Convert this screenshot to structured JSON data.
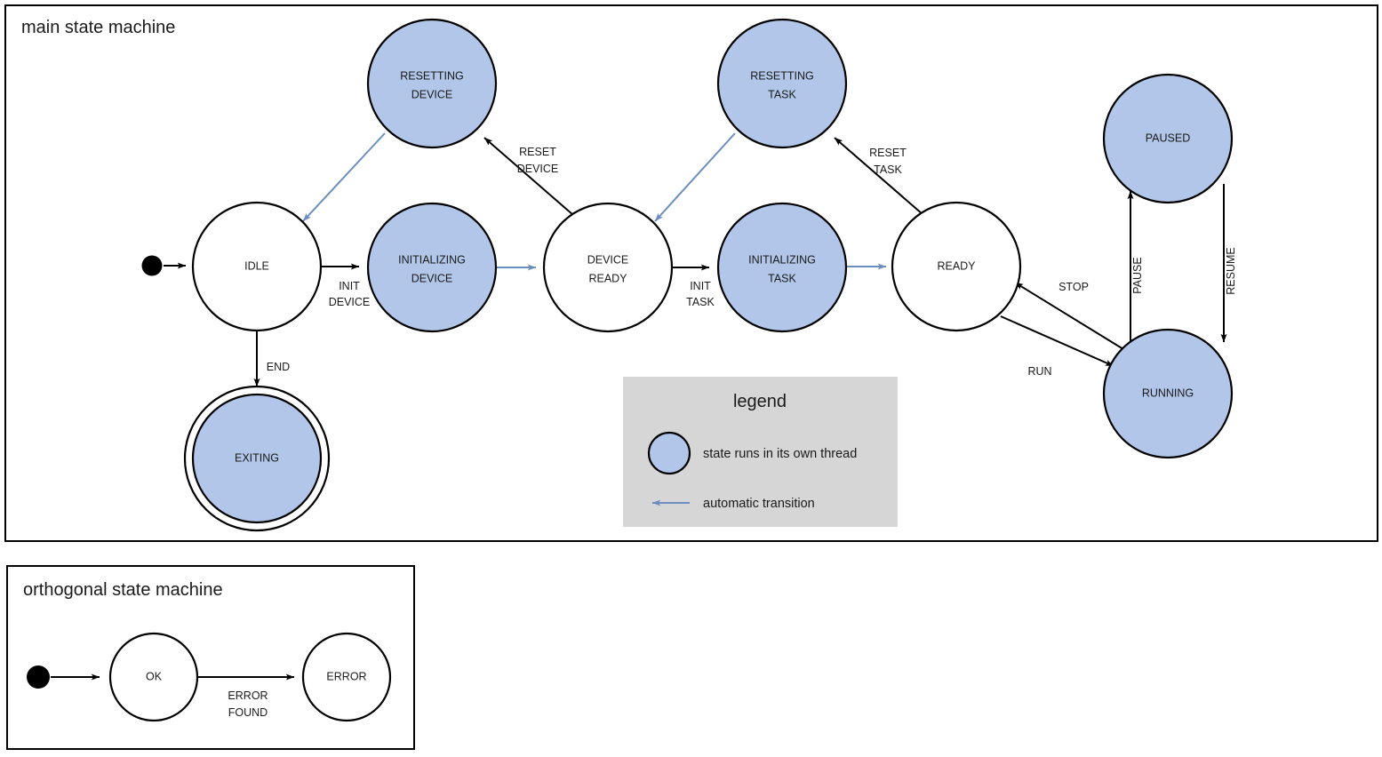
{
  "colors": {
    "thread_state_fill": "#b1c6e8",
    "plain_state_fill": "#ffffff",
    "stroke": "#000000",
    "auto_transition": "#6c8ebf",
    "legend_background": "#d6d6d6",
    "text": "#1a1a1a"
  },
  "main": {
    "title": "main state machine",
    "states": [
      {
        "id": "idle",
        "label_line1": "IDLE",
        "label_line2": "",
        "threaded": false,
        "final": false
      },
      {
        "id": "resetting-device",
        "label_line1": "RESETTING",
        "label_line2": "DEVICE",
        "threaded": true,
        "final": false
      },
      {
        "id": "initializing-device",
        "label_line1": "INITIALIZING",
        "label_line2": "DEVICE",
        "threaded": true,
        "final": false
      },
      {
        "id": "device-ready",
        "label_line1": "DEVICE",
        "label_line2": "READY",
        "threaded": false,
        "final": false
      },
      {
        "id": "resetting-task",
        "label_line1": "RESETTING",
        "label_line2": "TASK",
        "threaded": true,
        "final": false
      },
      {
        "id": "initializing-task",
        "label_line1": "INITIALIZING",
        "label_line2": "TASK",
        "threaded": true,
        "final": false
      },
      {
        "id": "ready",
        "label_line1": "READY",
        "label_line2": "",
        "threaded": false,
        "final": false
      },
      {
        "id": "paused",
        "label_line1": "PAUSED",
        "label_line2": "",
        "threaded": true,
        "final": false
      },
      {
        "id": "running",
        "label_line1": "RUNNING",
        "label_line2": "",
        "threaded": true,
        "final": false
      },
      {
        "id": "exiting",
        "label_line1": "EXITING",
        "label_line2": "",
        "threaded": true,
        "final": true
      }
    ],
    "transitions": [
      {
        "id": "start-idle",
        "from": "start",
        "to": "idle",
        "line1": "",
        "line2": "",
        "automatic": false
      },
      {
        "id": "idle-initializing-device",
        "from": "idle",
        "to": "initializing-device",
        "line1": "INIT",
        "line2": "DEVICE",
        "automatic": false
      },
      {
        "id": "idle-exiting",
        "from": "idle",
        "to": "exiting",
        "line1": "END",
        "line2": "",
        "automatic": false
      },
      {
        "id": "initializing-device-ready",
        "from": "initializing-device",
        "to": "device-ready",
        "line1": "",
        "line2": "",
        "automatic": true
      },
      {
        "id": "device-ready-resetting",
        "from": "device-ready",
        "to": "resetting-device",
        "line1": "RESET",
        "line2": "DEVICE",
        "automatic": false
      },
      {
        "id": "resetting-device-idle",
        "from": "resetting-device",
        "to": "idle",
        "line1": "",
        "line2": "",
        "automatic": true
      },
      {
        "id": "device-ready-init-task",
        "from": "device-ready",
        "to": "initializing-task",
        "line1": "INIT",
        "line2": "TASK",
        "automatic": false
      },
      {
        "id": "initializing-task-ready",
        "from": "initializing-task",
        "to": "ready",
        "line1": "",
        "line2": "",
        "automatic": true
      },
      {
        "id": "ready-resetting-task",
        "from": "ready",
        "to": "resetting-task",
        "line1": "RESET",
        "line2": "TASK",
        "automatic": false
      },
      {
        "id": "resetting-task-device",
        "from": "resetting-task",
        "to": "device-ready",
        "line1": "",
        "line2": "",
        "automatic": true
      },
      {
        "id": "ready-running",
        "from": "ready",
        "to": "running",
        "line1": "RUN",
        "line2": "",
        "automatic": false
      },
      {
        "id": "running-ready",
        "from": "running",
        "to": "ready",
        "line1": "STOP",
        "line2": "",
        "automatic": false
      },
      {
        "id": "running-paused",
        "from": "running",
        "to": "paused",
        "line1": "PAUSE",
        "line2": "",
        "automatic": false
      },
      {
        "id": "paused-running",
        "from": "paused",
        "to": "running",
        "line1": "RESUME",
        "line2": "",
        "automatic": false
      }
    ]
  },
  "legend": {
    "title": "legend",
    "items": [
      {
        "id": "thread-state",
        "symbol": "filled-circle",
        "text": "state runs in its own thread"
      },
      {
        "id": "automatic-transition",
        "symbol": "left-blue-arrow",
        "text": "automatic transition"
      }
    ]
  },
  "orthogonal": {
    "title": "orthogonal state machine",
    "states": [
      {
        "id": "ok",
        "label_line1": "OK",
        "label_line2": ""
      },
      {
        "id": "error",
        "label_line1": "ERROR",
        "label_line2": ""
      }
    ],
    "transitions": [
      {
        "id": "start-ok",
        "from": "start",
        "to": "ok",
        "line1": "",
        "line2": ""
      },
      {
        "id": "ok-error",
        "from": "ok",
        "to": "error",
        "line1": "ERROR",
        "line2": "FOUND"
      }
    ]
  }
}
